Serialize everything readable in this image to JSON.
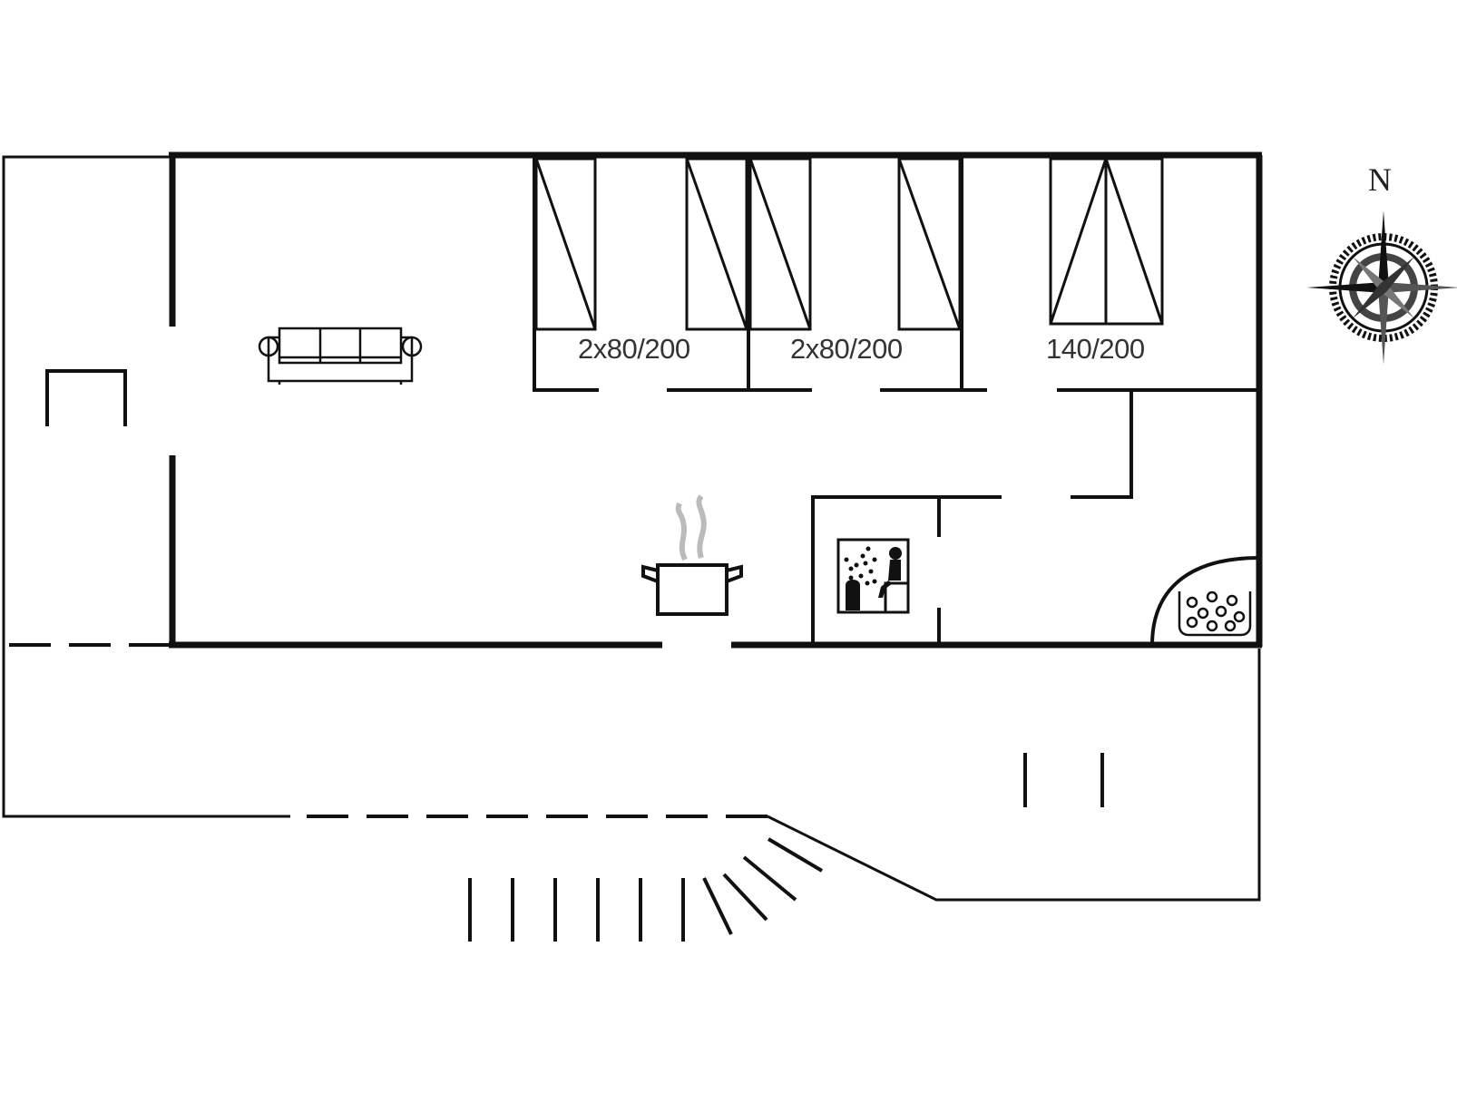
{
  "floorplan": {
    "colors": {
      "wall": "#111111",
      "label": "#333333",
      "steam": "#bbbbbb",
      "background": "#ffffff"
    },
    "bedrooms": [
      {
        "label": "2x80/200",
        "beds": "2 single beds 80x200"
      },
      {
        "label": "2x80/200",
        "beds": "2 single beds 80x200"
      },
      {
        "label": "140/200",
        "beds": "1 double bed 140x200"
      }
    ],
    "compass": {
      "north_label": "N"
    },
    "icons": [
      "sofa-icon",
      "cooking-pot-icon",
      "sauna-icon",
      "whirlpool-spa-icon",
      "compass-rose-icon"
    ]
  }
}
